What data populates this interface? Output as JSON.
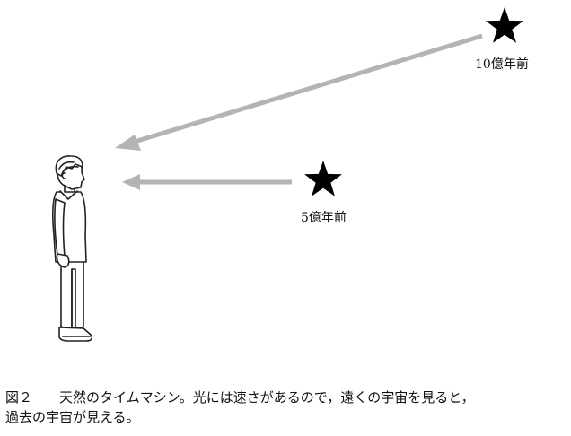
{
  "labels": {
    "far_star": "10億年前",
    "near_star": "5億年前"
  },
  "caption": {
    "number": "図２",
    "line1": "天然のタイムマシン。光には速さがあるので，遠くの宇宙を見ると，",
    "line2": "過去の宇宙が見える。"
  },
  "colors": {
    "arrow": "#b4b4b4",
    "star": "#000000",
    "outline": "#222222"
  },
  "icons": {
    "star": "star-icon",
    "person": "person-icon"
  }
}
